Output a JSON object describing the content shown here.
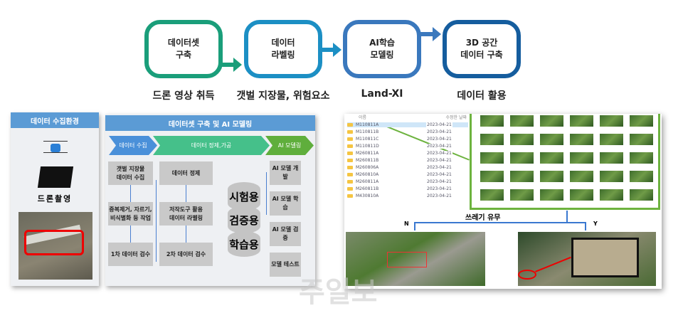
{
  "flow": {
    "stages": [
      {
        "label_line1": "데이터셋",
        "label_line2": "구축",
        "caption": "드론 영상 취득",
        "color": "#1a9e7a"
      },
      {
        "label_line1": "데이터",
        "label_line2": "라벨링",
        "caption": "갯벌 지장물, 위험요소",
        "color": "#1c8fc4"
      },
      {
        "label_line1": "AI학습",
        "label_line2": "모델링",
        "caption": "Land-XI",
        "color": "#3a78bd"
      },
      {
        "label_line1": "3D 공간",
        "label_line2": "데이터 구축",
        "caption": "데이터 활용",
        "color": "#155d9e"
      }
    ]
  },
  "left_panel": {
    "title": "데이터 수집환경",
    "drone_label": "드론촬영"
  },
  "middle_panel": {
    "title": "데이터셋 구축 및 AI 모델링",
    "phases": [
      "데이터 수집",
      "데이터 정제,가공",
      "AI 모델링"
    ],
    "col1": [
      "갯벌 지장물\n데이터 수집",
      "중복제거, 자르기,\n비식별화 등 작업",
      "1차 데이터 검수"
    ],
    "col2": [
      "데이터 정제",
      "저작도구 활용\n데이터 라벨링",
      "2차 데이터 검수"
    ],
    "datasets": [
      "시험용",
      "검증용",
      "학습용"
    ],
    "ai_steps": [
      "AI 모델 개발",
      "AI 모델 학습",
      "AI 모델 검증",
      "모델 테스트"
    ]
  },
  "right_panel": {
    "file_header": [
      "이름",
      "수정한 날짜"
    ],
    "files": [
      {
        "name": "M110811A",
        "date": "2023-04-21"
      },
      {
        "name": "M110811B",
        "date": "2023-04-21"
      },
      {
        "name": "M110811C",
        "date": "2023-04-21"
      },
      {
        "name": "M110811D",
        "date": "2023-04-21"
      },
      {
        "name": "M260811A",
        "date": "2023-04-21"
      },
      {
        "name": "M260811B",
        "date": "2023-04-21"
      },
      {
        "name": "M260806A",
        "date": "2023-04-21"
      },
      {
        "name": "M260810A",
        "date": "2023-04-21"
      },
      {
        "name": "M260811A",
        "date": "2023-04-21"
      },
      {
        "name": "M260811B",
        "date": "2023-04-21"
      },
      {
        "name": "M430810A",
        "date": "2023-04-21"
      }
    ],
    "decision_label": "쓰레기 유무",
    "no_label": "N",
    "yes_label": "Y"
  },
  "watermark": "주일보"
}
